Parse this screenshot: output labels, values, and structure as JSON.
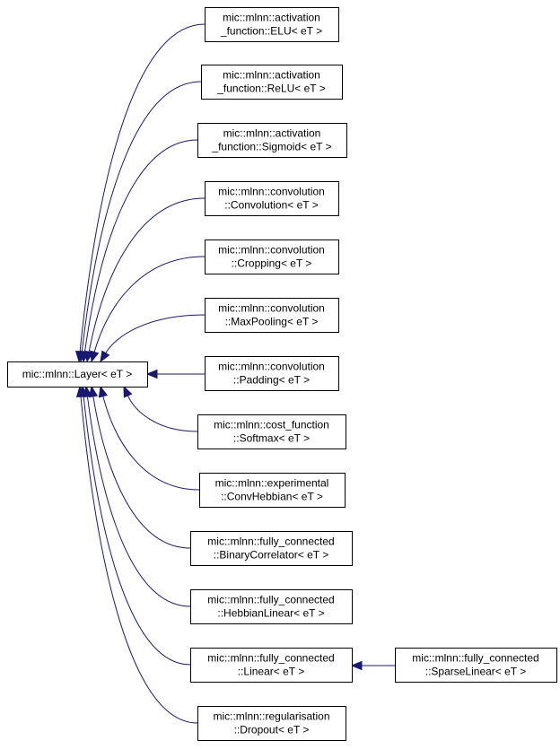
{
  "diagram": {
    "base": {
      "id": "layer",
      "lines": [
        "mic::mlnn::Layer< eT >"
      ]
    },
    "nodes": [
      {
        "id": "elu",
        "lines": [
          "mic::mlnn::activation",
          "_function::ELU< eT >"
        ]
      },
      {
        "id": "relu",
        "lines": [
          "mic::mlnn::activation",
          "_function::ReLU< eT >"
        ]
      },
      {
        "id": "sigmoid",
        "lines": [
          "mic::mlnn::activation",
          "_function::Sigmoid< eT >"
        ]
      },
      {
        "id": "convolution",
        "lines": [
          "mic::mlnn::convolution",
          "::Convolution< eT >"
        ]
      },
      {
        "id": "cropping",
        "lines": [
          "mic::mlnn::convolution",
          "::Cropping< eT >"
        ]
      },
      {
        "id": "maxpooling",
        "lines": [
          "mic::mlnn::convolution",
          "::MaxPooling< eT >"
        ]
      },
      {
        "id": "padding",
        "lines": [
          "mic::mlnn::convolution",
          "::Padding< eT >"
        ]
      },
      {
        "id": "softmax",
        "lines": [
          "mic::mlnn::cost_function",
          "::Softmax< eT >"
        ]
      },
      {
        "id": "convhebbian",
        "lines": [
          "mic::mlnn::experimental",
          "::ConvHebbian< eT >"
        ]
      },
      {
        "id": "binarycorrelator",
        "lines": [
          "mic::mlnn::fully_connected",
          "::BinaryCorrelator< eT >"
        ]
      },
      {
        "id": "hebbianlinear",
        "lines": [
          "mic::mlnn::fully_connected",
          "::HebbianLinear< eT >"
        ]
      },
      {
        "id": "linear",
        "lines": [
          "mic::mlnn::fully_connected",
          "::Linear< eT >"
        ]
      },
      {
        "id": "dropout",
        "lines": [
          "mic::mlnn::regularisation",
          "::Dropout< eT >"
        ]
      }
    ],
    "extra_node": {
      "id": "sparselinear",
      "lines": [
        "mic::mlnn::fully_connected",
        "::SparseLinear< eT >"
      ]
    },
    "edges": [
      {
        "from": "elu",
        "to": "layer"
      },
      {
        "from": "relu",
        "to": "layer"
      },
      {
        "from": "sigmoid",
        "to": "layer"
      },
      {
        "from": "convolution",
        "to": "layer"
      },
      {
        "from": "cropping",
        "to": "layer"
      },
      {
        "from": "maxpooling",
        "to": "layer"
      },
      {
        "from": "padding",
        "to": "layer"
      },
      {
        "from": "softmax",
        "to": "layer"
      },
      {
        "from": "convhebbian",
        "to": "layer"
      },
      {
        "from": "binarycorrelator",
        "to": "layer"
      },
      {
        "from": "hebbianlinear",
        "to": "layer"
      },
      {
        "from": "linear",
        "to": "layer"
      },
      {
        "from": "dropout",
        "to": "layer"
      },
      {
        "from": "sparselinear",
        "to": "linear"
      }
    ],
    "colors": {
      "edge": "#191970",
      "node_border": "#000000",
      "background": "#ffffff"
    }
  }
}
